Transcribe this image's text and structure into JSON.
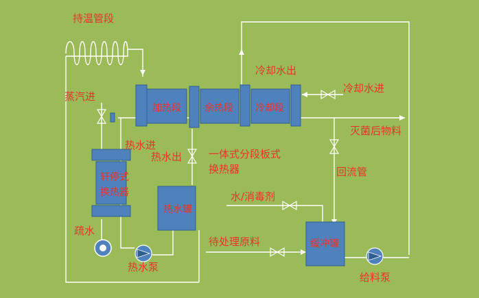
{
  "labels": {
    "holding_tube": "持温管段",
    "steam_in": "蒸汽进",
    "cooling_water_out": "冷却水出",
    "cooling_water_in": "冷却水进",
    "heating_section": "加热段",
    "regen_section": "余热段",
    "cooling_section": "冷却段",
    "sterilized_material": "灭菌后物料",
    "hot_water_in": "热水进",
    "hot_water_out": "热水出",
    "plate_exchanger_line1": "一体式分段板式",
    "plate_exchanger_line2": "换热器",
    "return_pipe": "回流管",
    "tubular_exchanger_line1": "轩停式",
    "tubular_exchanger_line2": "换热器",
    "hot_water_tank": "热水罐",
    "water_disinfectant": "水/消毒剂",
    "drain": "疏水",
    "raw_material": "待处理原料",
    "buffer_tank": "缓冲罐",
    "hot_water_pump": "热水泵",
    "feed_pump": "给料泵"
  },
  "colors": {
    "background": "#9bbb59",
    "equipment": "#4f81bd",
    "text": "#e8342a",
    "pipe": "#ffffff"
  }
}
